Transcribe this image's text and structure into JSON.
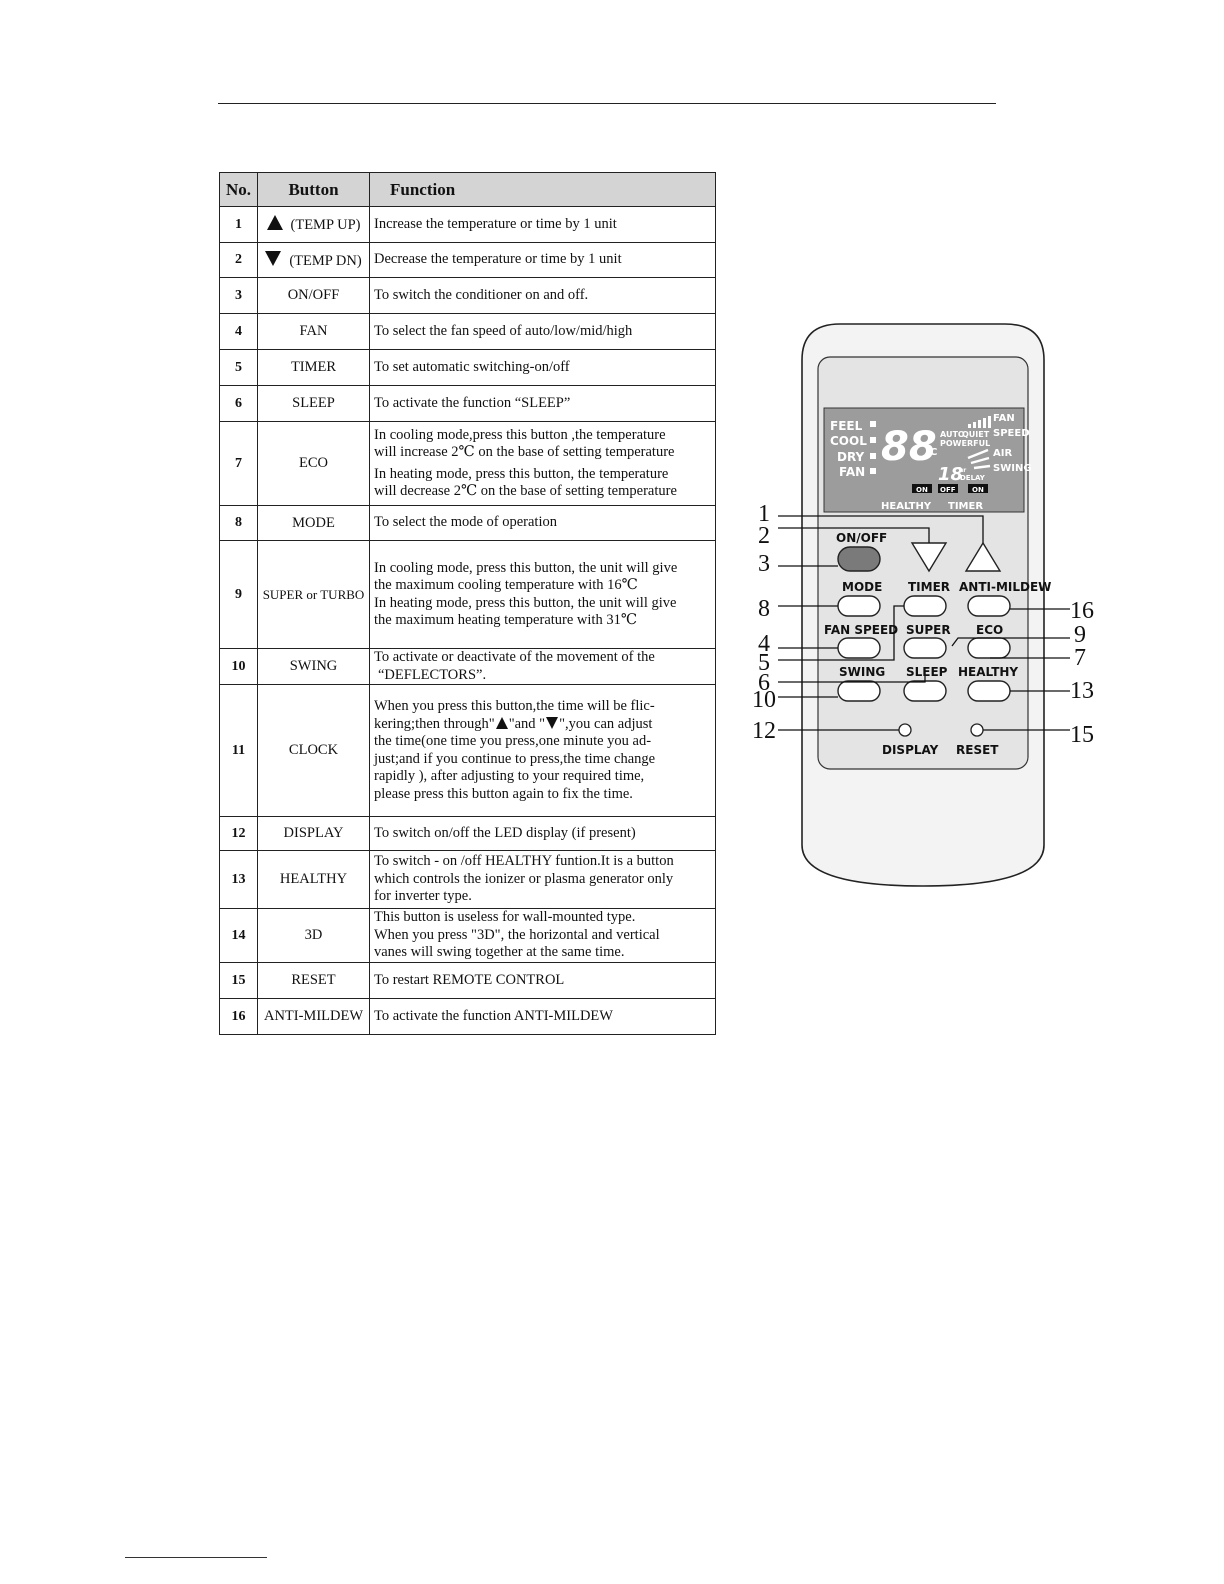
{
  "table": {
    "headers": {
      "no": "No.",
      "button": "Button",
      "function": "Function"
    },
    "rows": [
      {
        "no": "1",
        "button": "(TEMP UP)",
        "icon": "triangle-up-icon",
        "function": [
          "Increase the temperature or time by 1 unit"
        ]
      },
      {
        "no": "2",
        "button": "(TEMP DN)",
        "icon": "triangle-down-icon",
        "function": [
          "Decrease the temperature or time by 1 unit"
        ]
      },
      {
        "no": "3",
        "button": "ON/OFF",
        "function": [
          "To switch the conditioner on and off."
        ]
      },
      {
        "no": "4",
        "button": "FAN",
        "function": [
          "To select the  fan speed of auto/low/mid/high"
        ]
      },
      {
        "no": "5",
        "button": "TIMER",
        "function": [
          "To set  automatic switching-on/off"
        ]
      },
      {
        "no": "6",
        "button": "SLEEP",
        "function": [
          "To activate the function “SLEEP”"
        ]
      },
      {
        "no": "7",
        "button": "ECO",
        "function": [
          "In cooling mode,press this button ,the temperature",
          "will increase 2℃ on the base of setting temperature",
          "",
          "In heating mode, press  this button, the temperature",
          "will decrease 2℃ on the base of setting temperature"
        ]
      },
      {
        "no": "8",
        "button": "MODE",
        "function": [
          "To select the  mode of operation"
        ]
      },
      {
        "no": "9",
        "button": "SUPER or TURBO",
        "function": [
          "In cooling mode, press this button, the unit will give",
          "the maximum cooling temperature with 16℃",
          "In heating mode, press this button, the unit will give",
          "the maximum heating temperature with 31℃"
        ]
      },
      {
        "no": "10",
        "button": "SWING",
        "function": [
          "To activate or deactivate of the movement of the",
          "“DEFLECTORS”."
        ]
      },
      {
        "no": "11",
        "button": "CLOCK",
        "function_parts": {
          "a": "When you press this button,the time will be flic-",
          "b": "kering;then through\"",
          "c": "\"and \"",
          "d": "\",you can adjust",
          "e": "the time(one time you press,one minute you  ad-",
          "f": "just;and if you continue to press,the time change",
          "g": "rapidly ), after adjusting to your required time,",
          "h": "please press this button again to fix the time."
        }
      },
      {
        "no": "12",
        "button": "DISPLAY",
        "function": [
          "To  switch  on/off the LED display (if present)"
        ]
      },
      {
        "no": "13",
        "button": "HEALTHY",
        "function": [
          "To switch - on /off HEALTHY funtion.It is a button",
          "which controls the ionizer or plasma generator only",
          "for inverter type."
        ]
      },
      {
        "no": "14",
        "button": "3D",
        "function": [
          "This button is useless for wall-mounted type.",
          "When you press \"3D\", the horizontal and vertical",
          "vanes will swing together at the same time."
        ]
      },
      {
        "no": "15",
        "button": "RESET",
        "function": [
          "To restart REMOTE CONTROL"
        ]
      },
      {
        "no": "16",
        "button": "ANTI-MILDEW",
        "function": [
          "To activate the function ANTI-MILDEW"
        ]
      }
    ]
  },
  "remote": {
    "lcd": {
      "modes": [
        "FEEL",
        "COOL",
        "DRY",
        "FAN"
      ],
      "digits": "88",
      "unit": "°C",
      "auto": "AUTO",
      "quiet": "QUIET",
      "powerful": "POWERFUL",
      "fan": "FAN",
      "speed": "SPEED",
      "air": "AIR",
      "swing": "SWING",
      "small_digits": "18",
      "hr": "hr",
      "delay": "DELAY",
      "on1": "ON",
      "off": "OFF",
      "on2": "ON",
      "healthy": "HEALTHY",
      "timer": "TIMER"
    },
    "buttons": {
      "onoff": "ON/OFF",
      "mode": "MODE",
      "timer": "TIMER",
      "anti_mildew": "ANTI-MILDEW",
      "fan_speed": "FAN SPEED",
      "super": "SUPER",
      "eco": "ECO",
      "swing": "SWING",
      "sleep": "SLEEP",
      "healthy": "HEALTHY",
      "display": "DISPLAY",
      "reset": "RESET"
    },
    "callouts": {
      "c1": "1",
      "c2": "2",
      "c3": "3",
      "c8": "8",
      "c4": "4",
      "c5": "5",
      "c6": "6",
      "c10": "10",
      "c12": "12",
      "c16": "16",
      "c9": "9",
      "c7": "7",
      "c13": "13",
      "c15": "15"
    },
    "colors": {
      "body": "#f3f3f3",
      "panel": "#e4e4e4",
      "lcd": "#9c9c9c",
      "onoff_button": "#7a7a7a"
    }
  }
}
